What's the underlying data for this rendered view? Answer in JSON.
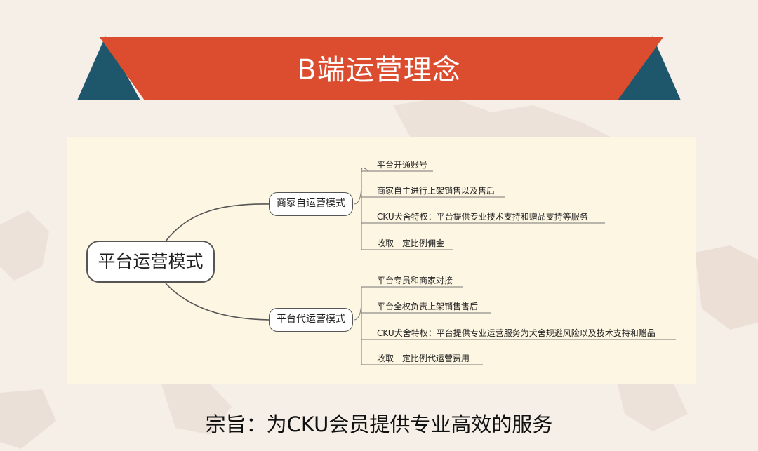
{
  "banner": {
    "title": "B端运营理念",
    "color_main": "#dc4d2f",
    "color_fold": "#1e566c"
  },
  "mindmap": {
    "root": "平台运营模式",
    "branches": [
      {
        "label": "商家自运营模式",
        "items": [
          "平台开通账号",
          "商家自主进行上架销售以及售后",
          "CKU犬舍特权：平台提供专业技术支持和赠品支持等服务",
          "收取一定比例佣金"
        ]
      },
      {
        "label": "平台代运营模式",
        "items": [
          "平台专员和商家对接",
          "平台全权负责上架销售售后",
          "CKU犬舍特权：平台提供专业运营服务为犬舍规避风险以及技术支持和赠品",
          "收取一定比例代运营费用"
        ]
      }
    ],
    "panel_color": "#fdf6e2",
    "line_color": "#555555"
  },
  "footer": {
    "text": "宗旨：为CKU会员提供专业高效的服务"
  }
}
